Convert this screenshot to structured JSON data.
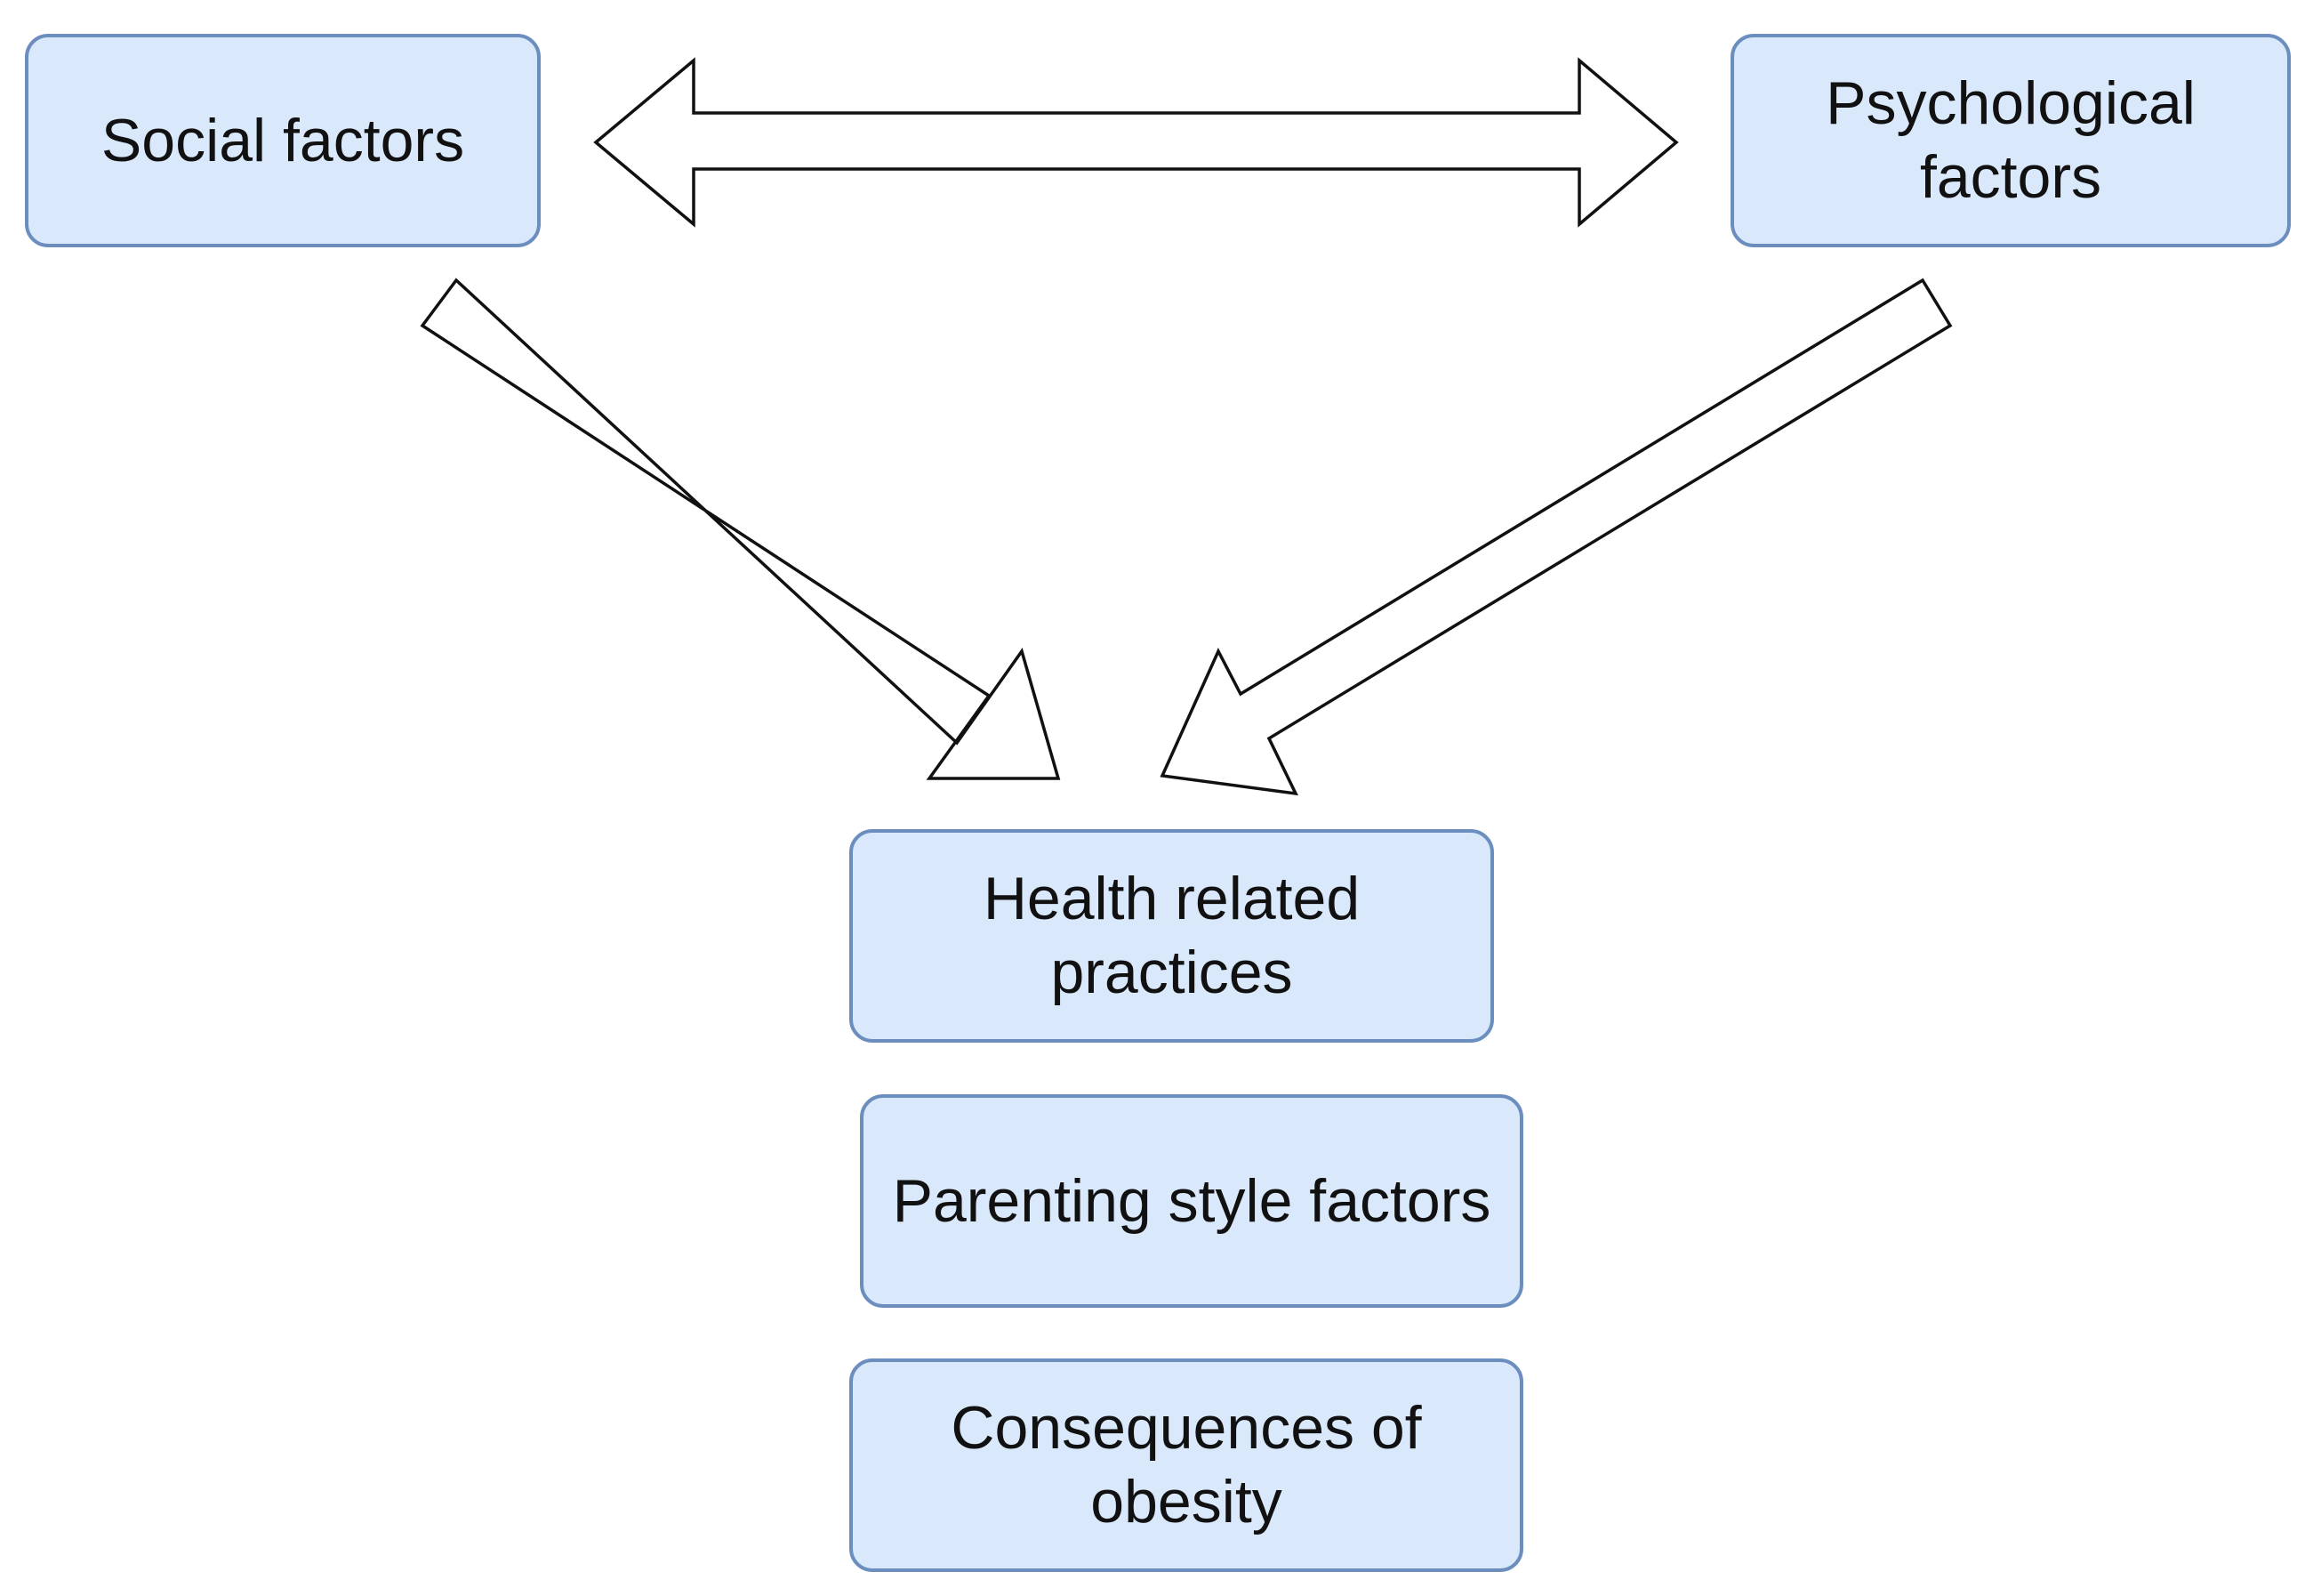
{
  "nodes": {
    "social": "Social factors",
    "psychological": "Psychological factors",
    "health_practices": "Health related practices",
    "parenting_style": "Parenting style factors",
    "consequences": "Consequences of obesity"
  },
  "connections": [
    {
      "from": "Social factors",
      "to": "Psychological factors",
      "direction": "both"
    },
    {
      "from": "Social factors",
      "to": "Health related practices",
      "direction": "forward"
    },
    {
      "from": "Psychological factors",
      "to": "Health related practices",
      "direction": "forward"
    }
  ],
  "colors": {
    "node_fill": "#dae8fc",
    "node_border": "#6c8ebf",
    "arrow_fill": "#ffffff",
    "arrow_stroke": "#111111"
  }
}
